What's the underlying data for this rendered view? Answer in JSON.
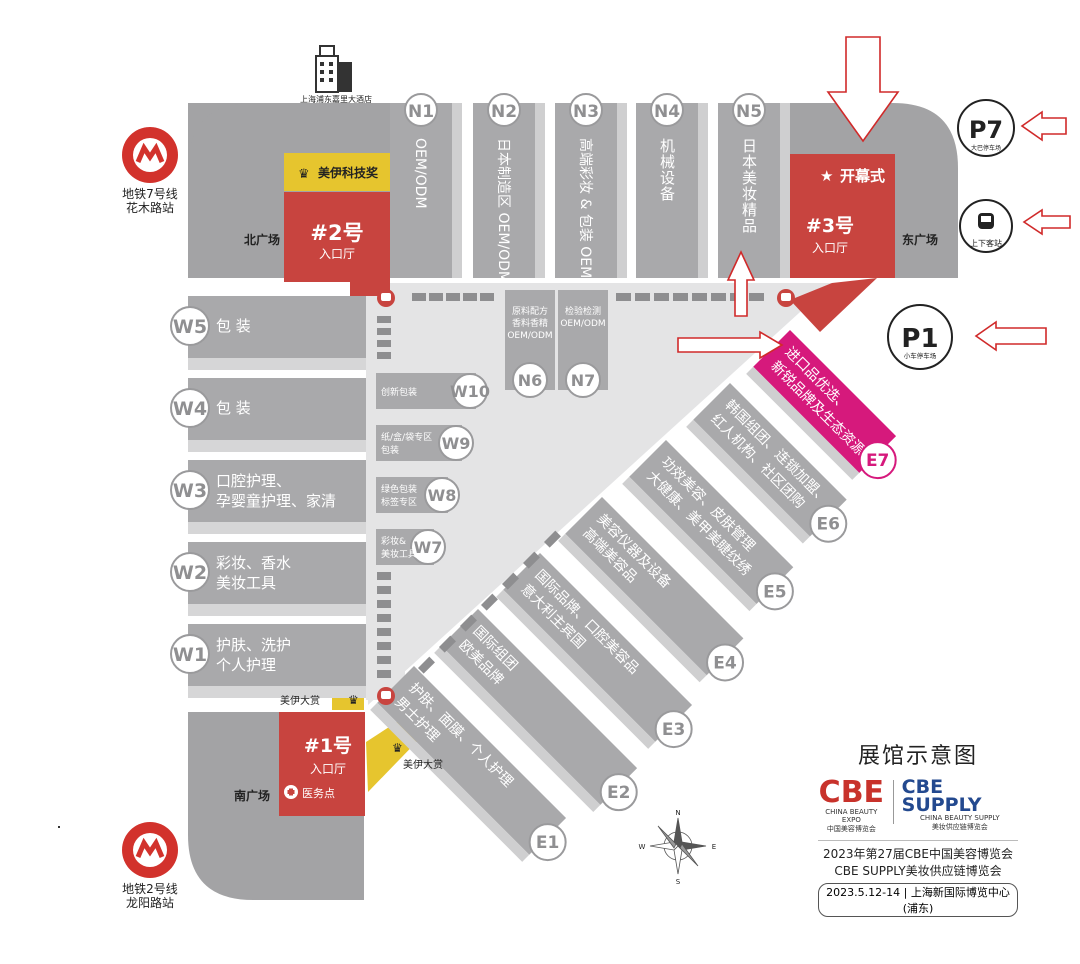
{
  "halls_north": [
    {
      "id": "N1",
      "label": "OEM/ODM",
      "vertical": false
    },
    {
      "id": "N2",
      "label": "日本制造区 OEM/ODM",
      "vertical": false
    },
    {
      "id": "N3",
      "label": "高端彩妆 & 包装 OEM",
      "vertical": false
    },
    {
      "id": "N4",
      "label": "机械设备",
      "vertical": true
    },
    {
      "id": "N5",
      "label": "日本美妆精品",
      "vertical": true
    }
  ],
  "halls_west": [
    {
      "id": "W5",
      "line1": "包 装",
      "line2": ""
    },
    {
      "id": "W4",
      "line1": "包 装",
      "line2": ""
    },
    {
      "id": "W3",
      "line1": "口腔护理、",
      "line2": "孕婴童护理、家清"
    },
    {
      "id": "W2",
      "line1": "彩妆、香水",
      "line2": "美妆工具"
    },
    {
      "id": "W1",
      "line1": "护肤、洗护",
      "line2": "个人护理"
    }
  ],
  "halls_inner": [
    {
      "id": "W10",
      "line1": "创新包装",
      "line2": ""
    },
    {
      "id": "W9",
      "line1": "纸/盒/袋专区",
      "line2": "包装"
    },
    {
      "id": "W8",
      "line1": "绿色包装",
      "line2": "标签专区"
    },
    {
      "id": "W7",
      "line1": "彩妆&",
      "line2": "美妆工具"
    }
  ],
  "halls_inner_north": [
    {
      "id": "N6",
      "line1": "原料配方",
      "line2": "香料香精",
      "line3": "OEM/ODM"
    },
    {
      "id": "N7",
      "line1": "检验检测",
      "line2": "OEM/ODM",
      "line3": ""
    }
  ],
  "halls_east": [
    {
      "id": "E7",
      "line1": "进口品优选、",
      "line2": "新锐品牌及生态资源"
    },
    {
      "id": "E6",
      "line1": "韩国组团、连锁加盟、",
      "line2": "红人机构、社区团购"
    },
    {
      "id": "E5",
      "line1": "功效美容、皮肤管理",
      "line2": "大健康、美甲美睫纹绣"
    },
    {
      "id": "E4",
      "line1": "美容仪器及设备",
      "line2": "高端美容品"
    },
    {
      "id": "E3",
      "line1": "国际品牌、口腔美容品",
      "line2": "意大利主宾国"
    },
    {
      "id": "E2",
      "line1": "国际组团",
      "line2": "欧美品牌"
    },
    {
      "id": "E1",
      "line1": "护肤、面膜、个人护理",
      "line2": "男士护理"
    }
  ],
  "entrances": {
    "e2": {
      "title": "#2号",
      "sub": "入口厅"
    },
    "e3": {
      "title": "#3号",
      "sub": "入口厅"
    },
    "e1": {
      "title": "#1号",
      "sub": "入口厅"
    }
  },
  "labels": {
    "north_plaza": "北广场",
    "east_plaza": "东广场",
    "south_plaza": "南广场",
    "opening": "开幕式",
    "hotel": "上海浦东嘉里大酒店",
    "tech_award": "美伊科技奖",
    "grand_award_left": "美伊大赏",
    "grand_award_bottom": "美伊大赏",
    "medical": "医务点",
    "metro7_line": "地铁7号线",
    "metro7_station": "花木路站",
    "metro2_line": "地铁2号线",
    "metro2_station": "龙阳路站"
  },
  "parking": {
    "p7": {
      "code": "P7",
      "desc": "大巴停车场"
    },
    "p1": {
      "code": "P1",
      "desc": "小车停车场"
    },
    "bus": {
      "desc": "上下客站"
    }
  },
  "compass": {
    "n": "N",
    "s": "S",
    "e": "E",
    "w": "W"
  },
  "info": {
    "title": "展馆示意图",
    "cbe_logo": "CBE",
    "cbe_en": "CHINA BEAUTY EXPO",
    "cbe_cn": "中国美容博览会",
    "supply_logo": "CBE SUPPLY",
    "supply_en": "CHINA BEAUTY SUPPLY",
    "supply_cn": "美妆供应链博览会",
    "line1": "2023年第27届CBE中国美容博览会",
    "line2": "CBE SUPPLY美妆供应链博览会",
    "line3": "2023.5.12-14 | 上海新国际博览中心(浦东)"
  },
  "colors": {
    "hall": "#a9a9ab",
    "entrance_red": "#c8443f",
    "highlight_magenta": "#d6197c",
    "award_yellow": "#e6c52e",
    "metro_red": "#d2322c",
    "arrow_red": "#d02a2a"
  }
}
